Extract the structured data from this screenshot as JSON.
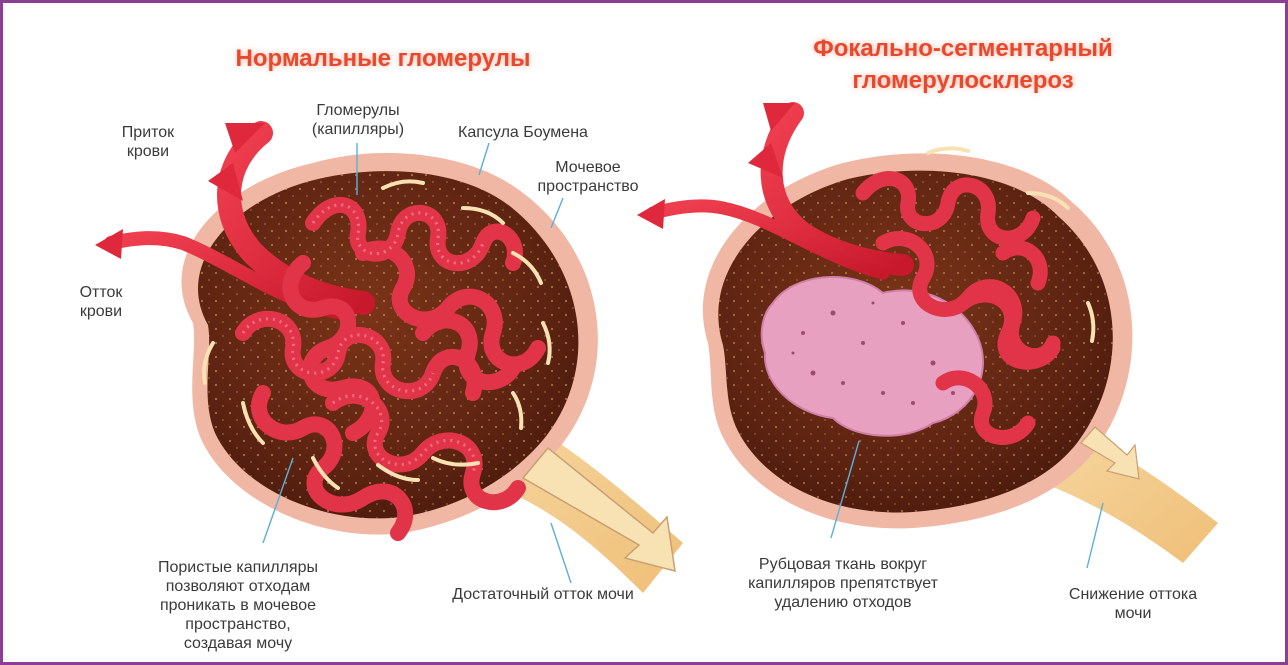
{
  "colors": {
    "title": "#e8482c",
    "frame": "#8a3f94",
    "label": "#3a3a3a",
    "capsule": "#6b2a14",
    "capsule_rim": "#f0b8a4",
    "vessel": "#e0283c",
    "scar": "#e8a0c0",
    "outflow": "#f3c98a"
  },
  "left_panel": {
    "title": "Нормальные гломерулы",
    "labels": {
      "blood_in": "Приток\nкрови",
      "blood_out": "Отток\nкрови",
      "glomeruli": "Гломерулы\n(капилляры)",
      "bowman_capsule": "Капсула Боумена",
      "urinary_space": "Мочевое\nпространство",
      "porous_capillaries": "Пористые капилляры\nпозволяют отходам\nпроникать в мочевое\nпространство,\nсоздавая мочу",
      "urine_outflow": "Достаточный отток мочи"
    }
  },
  "right_panel": {
    "title": "Фокально-сегментарный\nгломерулосклероз",
    "labels": {
      "scar_tissue": "Рубцовая ткань вокруг\nкапилляров препятствует\nудалению отходов",
      "reduced_outflow": "Снижение оттока\nмочи"
    }
  }
}
